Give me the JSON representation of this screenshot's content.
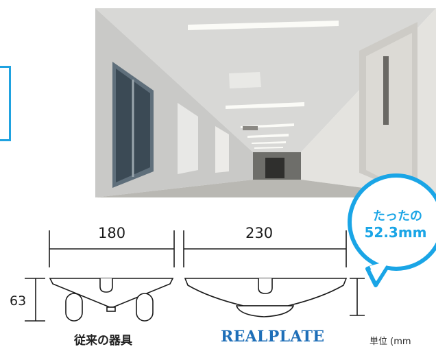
{
  "dimensions": {
    "width_old": "180",
    "width_new": "230",
    "height_old": "63"
  },
  "captions": {
    "old_fixture": "従来の器具",
    "new_fixture": "REALPLATE",
    "unit": "単位 (mm"
  },
  "callout": {
    "line1": "たったの",
    "line2": "52.3mm"
  },
  "colors": {
    "accent_blue": "#1aa5e6",
    "brand_blue": "#1f6fb8",
    "line": "#1a1a1a"
  },
  "icons": [
    "speech-bubble-icon"
  ]
}
